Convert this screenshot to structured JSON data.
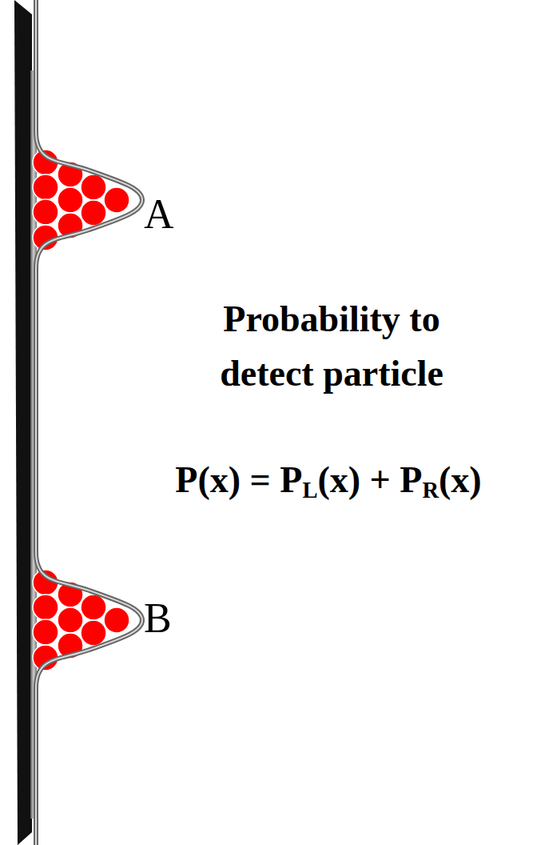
{
  "diagram": {
    "labels": [
      "A",
      "Probability to detect particle",
      "P(x) = PL(x) + PR(x)",
      "B"
    ]
  }
}
